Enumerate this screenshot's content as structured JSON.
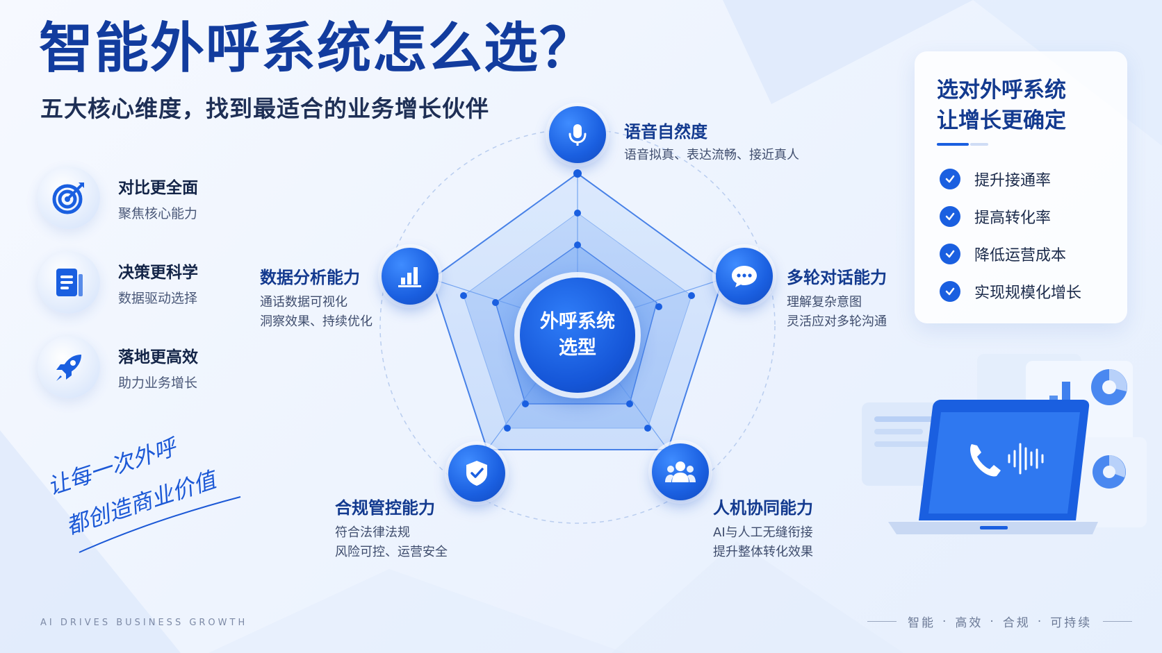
{
  "header": {
    "title": "智能外呼系统怎么选？",
    "subtitle": "五大核心维度，找到最适合的业务增长伙伴"
  },
  "features": [
    {
      "title": "对比更全面",
      "desc": "聚焦核心能力",
      "icon": "target-icon"
    },
    {
      "title": "决策更科学",
      "desc": "数据驱动选择",
      "icon": "document-icon"
    },
    {
      "title": "落地更高效",
      "desc": "助力业务增长",
      "icon": "rocket-icon"
    }
  ],
  "center": {
    "line1": "外呼系统",
    "line2": "选型"
  },
  "dimensions": {
    "voice": {
      "title": "语音自然度",
      "desc1": "语音拟真、表达流畅、接近真人",
      "icon": "microphone-icon"
    },
    "dialog": {
      "title": "多轮对话能力",
      "desc1": "理解复杂意图",
      "desc2": "灵活应对多轮沟通",
      "icon": "chat-bubble-icon"
    },
    "collab": {
      "title": "人机协同能力",
      "desc1": "AI与人工无缝衔接",
      "desc2": "提升整体转化效果",
      "icon": "team-icon"
    },
    "compliance": {
      "title": "合规管控能力",
      "desc1": "符合法律法规",
      "desc2": "风险可控、运营安全",
      "icon": "shield-check-icon"
    },
    "analytics": {
      "title": "数据分析能力",
      "desc1": "通话数据可视化",
      "desc2": "洞察效果、持续优化",
      "icon": "bar-chart-icon"
    }
  },
  "card": {
    "title1": "选对外呼系统",
    "title2": "让增长更确定",
    "items": [
      "提升接通率",
      "提高转化率",
      "降低运营成本",
      "实现规模化增长"
    ]
  },
  "slogan": {
    "line1": "让每一次外呼",
    "line2": "都创造商业价值"
  },
  "footer": {
    "left": "AI DRIVES BUSINESS GROWTH",
    "right": [
      "智能",
      "高效",
      "合规",
      "可持续"
    ]
  },
  "colors": {
    "primary": "#1a5fe0",
    "title": "#123c9e",
    "background": "#eef4fe"
  }
}
